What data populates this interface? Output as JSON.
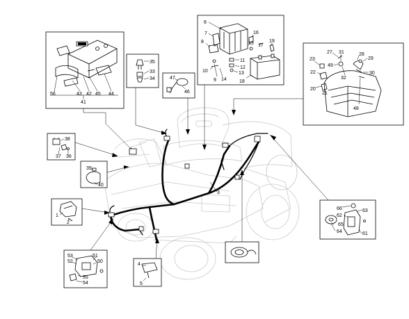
{
  "diagram": {
    "callouts": {
      "p1": "1",
      "p2": "2",
      "p3": "3",
      "p4": "4",
      "p5": "5",
      "p6": "6",
      "p7": "7",
      "p8": "8",
      "p9": "9",
      "p10": "10",
      "p11": "11",
      "p12": "12",
      "p13": "13",
      "p14": "14",
      "p15": "15",
      "p16": "16",
      "p17": "17",
      "p18": "18",
      "p19": "19",
      "p20": "20",
      "p21": "21",
      "p22": "22",
      "p23": "23",
      "p27": "27",
      "p28": "28",
      "p29": "29",
      "p30": "30",
      "p31": "31",
      "p32": "32",
      "p33": "33",
      "p34": "34",
      "p35": "35",
      "p36": "36",
      "p37": "37",
      "p38": "38",
      "p39": "39",
      "p40": "40",
      "p41": "41",
      "p42": "42",
      "p43": "43",
      "p44": "44",
      "p45": "45",
      "p46": "46",
      "p47": "47",
      "p48": "48",
      "p49": "49",
      "p50": "50",
      "p51": "51",
      "p52": "52",
      "p53": "53",
      "p54": "54",
      "p55": "55",
      "p56": "56",
      "p61": "61",
      "p62": "62",
      "p63": "63",
      "p64": "64",
      "p65": "65",
      "p66": "66"
    }
  }
}
